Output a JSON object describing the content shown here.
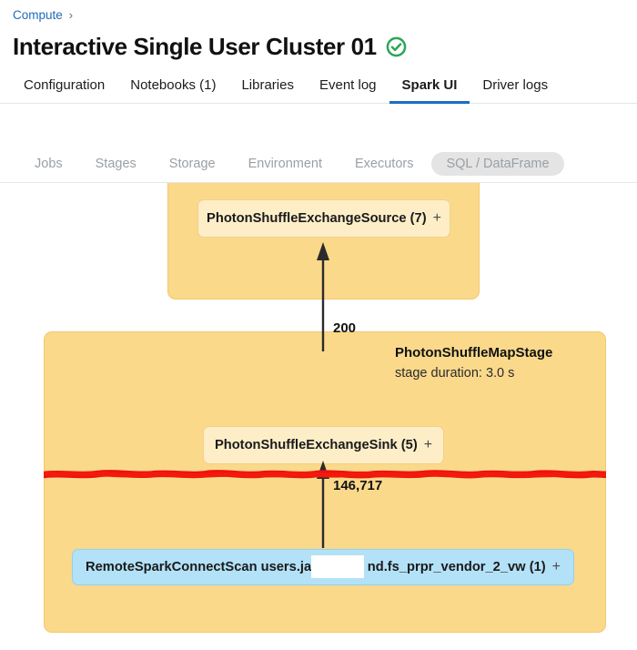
{
  "breadcrumb": {
    "link_label": "Compute",
    "separator": "›"
  },
  "header": {
    "title": "Interactive Single User Cluster 01",
    "status_icon": "check-circle-icon",
    "status_color": "#2aa657"
  },
  "tabs": {
    "active": "Spark UI",
    "accent_color": "#1b6ec2",
    "items": [
      {
        "label": "Configuration"
      },
      {
        "label": "Notebooks (1)"
      },
      {
        "label": "Libraries"
      },
      {
        "label": "Event log"
      },
      {
        "label": "Spark UI"
      },
      {
        "label": "Driver logs"
      }
    ]
  },
  "subnav": {
    "selected": "SQL / DataFrame",
    "items": [
      {
        "label": "Jobs"
      },
      {
        "label": "Stages"
      },
      {
        "label": "Storage"
      },
      {
        "label": "Environment"
      },
      {
        "label": "Executors"
      },
      {
        "label": "SQL / DataFrame"
      }
    ]
  },
  "graph": {
    "colors": {
      "stage_fill": "#fad98b",
      "stage_border": "#f3c86b",
      "node_orange_fill": "#fdeec8",
      "node_blue_fill": "#b3e1f7",
      "annotation": "#ee1111"
    },
    "stages": [
      {
        "name": "",
        "duration": ""
      },
      {
        "name": "PhotonShuffleMapStage",
        "duration": "stage duration: 3.0 s"
      }
    ],
    "nodes": [
      {
        "label": "PhotonShuffleExchangeSource (7)",
        "expand": "+"
      },
      {
        "label": "PhotonShuffleExchangeSink (5)",
        "expand": "+"
      },
      {
        "label": "RemoteSparkConnectScan users.ja███████nd.fs_prpr_vendor_2_vw (1)",
        "expand": "+"
      }
    ],
    "scan_label_prefix": "RemoteSparkConnectScan users.ja",
    "scan_label_suffix": "nd.fs_prpr_vendor_2_vw (1)",
    "edge_labels": [
      {
        "value": "200"
      },
      {
        "value": "146,717"
      }
    ],
    "annotation": "red-highlight-line"
  }
}
